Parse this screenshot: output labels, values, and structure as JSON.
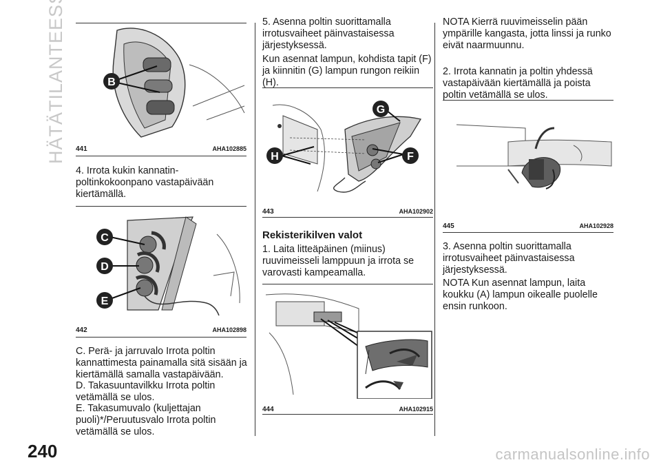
{
  "side_title": "HÄTÄTILANTEESSA",
  "page_number": "240",
  "watermark": "carmanualsonline.info",
  "figures": {
    "f441": {
      "number": "441",
      "code": "AHA102885"
    },
    "f442": {
      "number": "442",
      "code": "AHA102898"
    },
    "f443": {
      "number": "443",
      "code": "AHA102902"
    },
    "f444": {
      "number": "444",
      "code": "AHA102915"
    },
    "f445": {
      "number": "445",
      "code": "AHA102928"
    }
  },
  "callouts": {
    "b": "B",
    "c": "C",
    "d": "D",
    "e": "E",
    "f": "F",
    "g": "G",
    "h": "H"
  },
  "col1": {
    "p1": "4. Irrota kukin kannatin-poltinkokoonpano vastapäivään kiertämällä.",
    "p2": "C. Perä- ja jarruvalo Irrota poltin kannattimesta painamalla sitä sisään ja kiertämällä samalla vastapäivään.",
    "p3": "D. Takasuuntavilkku Irrota poltin vetämällä se ulos.",
    "p4": "E. Takasumuvalo (kuljettajan puoli)*/Peruutusvalo Irrota poltin vetämällä se ulos."
  },
  "col2": {
    "p1": "5. Asenna poltin suorittamalla irrotusvaiheet päinvastaisessa järjestyksessä.",
    "p2": "Kun asennat lampun, kohdista tapit (F) ja kiinnitin (G) lampun rungon reikiin (H).",
    "heading": "Rekisterikilven valot",
    "p3": "1. Laita litteäpäinen (miinus) ruuvimeisseli lamppuun ja irrota se varovasti kampeamalla."
  },
  "col3": {
    "p1": "NOTA  Kierrä ruuvimeisselin pään ympärille kangasta, jotta linssi ja runko eivät naarmuunnu.",
    "p2": "2. Irrota kannatin ja poltin yhdessä vastapäivään kiertämällä ja poista poltin vetämällä se ulos.",
    "p3": "3. Asenna poltin suorittamalla irrotusvaiheet päinvastaisessa järjestyksessä.",
    "p4": "NOTA  Kun asennat lampun, laita koukku (A) lampun oikealle puolelle ensin runkoon."
  }
}
